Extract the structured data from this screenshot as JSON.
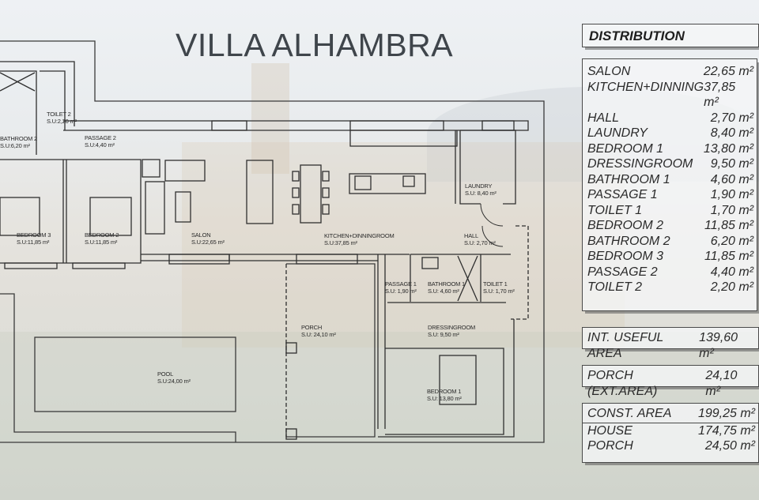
{
  "title": "VILLA ALHAMBRA",
  "distribution": {
    "heading": "DISTRIBUTION",
    "items": [
      {
        "name": "SALON",
        "area": "22,65 m²"
      },
      {
        "name": "KITCHEN+DINNING",
        "area": "37,85 m²"
      },
      {
        "name": "HALL",
        "area": "2,70 m²"
      },
      {
        "name": "LAUNDRY",
        "area": "8,40 m²"
      },
      {
        "name": "BEDROOM 1",
        "area": "13,80 m²"
      },
      {
        "name": "DRESSINGROOM",
        "area": "9,50 m²"
      },
      {
        "name": "BATHROOM 1",
        "area": "4,60 m²"
      },
      {
        "name": "PASSAGE 1",
        "area": "1,90 m²"
      },
      {
        "name": "TOILET 1",
        "area": "1,70 m²"
      },
      {
        "name": "BEDROOM 2",
        "area": "11,85 m²"
      },
      {
        "name": "BATHROOM 2",
        "area": "6,20 m²"
      },
      {
        "name": "BEDROOM 3",
        "area": "11,85 m²"
      },
      {
        "name": "PASSAGE 2",
        "area": "4,40 m²"
      },
      {
        "name": "TOILET 2",
        "area": "2,20 m²"
      }
    ],
    "useful_area": {
      "name": "INT. USEFUL AREA",
      "area": "139,60 m²"
    },
    "porch_ext": {
      "name": "PORCH (EXT.AREA)",
      "area": "24,10 m²"
    },
    "construction": {
      "total": {
        "name": "CONST. AREA",
        "area": "199,25 m²"
      },
      "house": {
        "name": "HOUSE",
        "area": "174,75 m²"
      },
      "porch": {
        "name": "PORCH",
        "area": "24,50 m²"
      }
    }
  },
  "rooms": [
    {
      "id": "bathroom2",
      "name": "BATHROOM 2",
      "su": "S.U:6,20 m²"
    },
    {
      "id": "toilet2",
      "name": "TOILET 2",
      "su": "S.U:2,20 m²"
    },
    {
      "id": "passage2",
      "name": "PASSAGE 2",
      "su": "S.U:4,40 m²"
    },
    {
      "id": "bedroom3",
      "name": "BEDROOM 3",
      "su": "S.U:11,85 m²"
    },
    {
      "id": "bedroom2",
      "name": "BEDROOM 2",
      "su": "S.U:11,85 m²"
    },
    {
      "id": "salon",
      "name": "SALON",
      "su": "S.U:22,65 m²"
    },
    {
      "id": "kitchen",
      "name": "KITCHEN+DINNINGROOM",
      "su": "S.U:37,85 m²"
    },
    {
      "id": "laundry",
      "name": "LAUNDRY",
      "su": "S.U: 8,40 m²"
    },
    {
      "id": "hall",
      "name": "HALL",
      "su": "S.U: 2,70 m²"
    },
    {
      "id": "passage1",
      "name": "PASSAGE 1",
      "su": "S.U: 1,90 m²"
    },
    {
      "id": "bathroom1",
      "name": "BATHROOM 1",
      "su": "S.U: 4,60 m²"
    },
    {
      "id": "toilet1",
      "name": "TOILET 1",
      "su": "S.U: 1,70 m²"
    },
    {
      "id": "dressingroom",
      "name": "DRESSINGROOM",
      "su": "S.U: 9,50 m²"
    },
    {
      "id": "porch",
      "name": "PORCH",
      "su": "S.U: 24,10 m²"
    },
    {
      "id": "bedroom1",
      "name": "BEDROOM 1",
      "su": "S.U: 13,80 m²"
    },
    {
      "id": "pool",
      "name": "POOL",
      "su": "S.U:24,00 m²"
    }
  ]
}
